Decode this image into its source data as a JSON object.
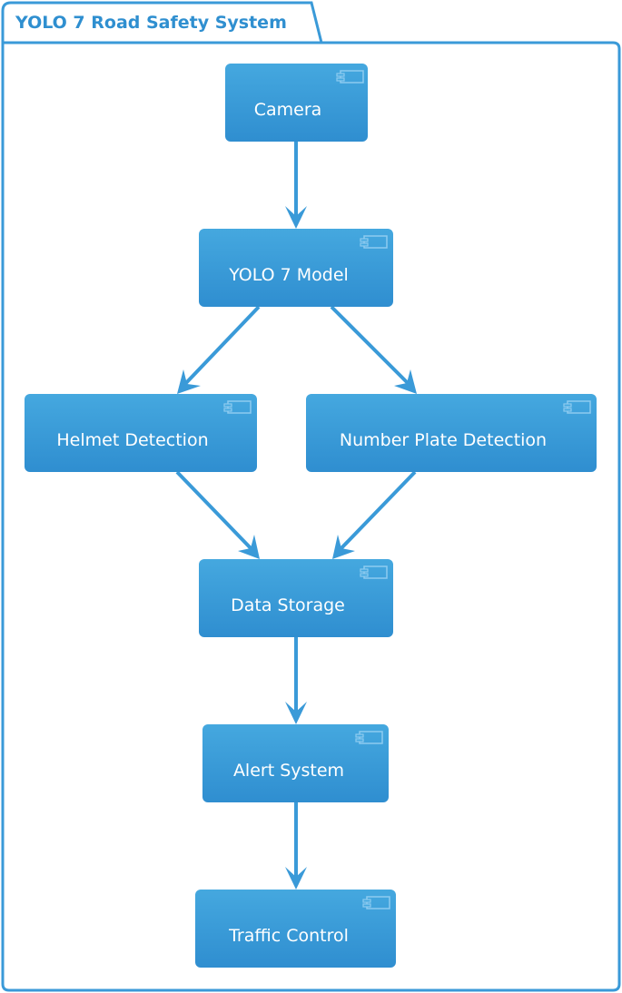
{
  "package": {
    "title": "YOLO 7 Road Safety System"
  },
  "nodes": [
    {
      "id": "camera",
      "label": "Camera"
    },
    {
      "id": "yolo",
      "label": "YOLO 7 Model"
    },
    {
      "id": "helmet",
      "label": "Helmet Detection"
    },
    {
      "id": "plate",
      "label": "Number Plate Detection"
    },
    {
      "id": "storage",
      "label": "Data Storage"
    },
    {
      "id": "alert",
      "label": "Alert System"
    },
    {
      "id": "traffic",
      "label": "Traffic Control"
    }
  ],
  "edges": [
    {
      "from": "camera",
      "to": "yolo"
    },
    {
      "from": "yolo",
      "to": "helmet"
    },
    {
      "from": "yolo",
      "to": "plate"
    },
    {
      "from": "helmet",
      "to": "storage"
    },
    {
      "from": "plate",
      "to": "storage"
    },
    {
      "from": "storage",
      "to": "alert"
    },
    {
      "from": "alert",
      "to": "traffic"
    }
  ],
  "colors": {
    "node_fill_top": "#45a8df",
    "node_fill_bottom": "#2f8ed0",
    "line": "#3a9ad8",
    "package_border": "#3a9ad8",
    "text_light": "#ffffff",
    "title_text": "#2f8fd0"
  }
}
